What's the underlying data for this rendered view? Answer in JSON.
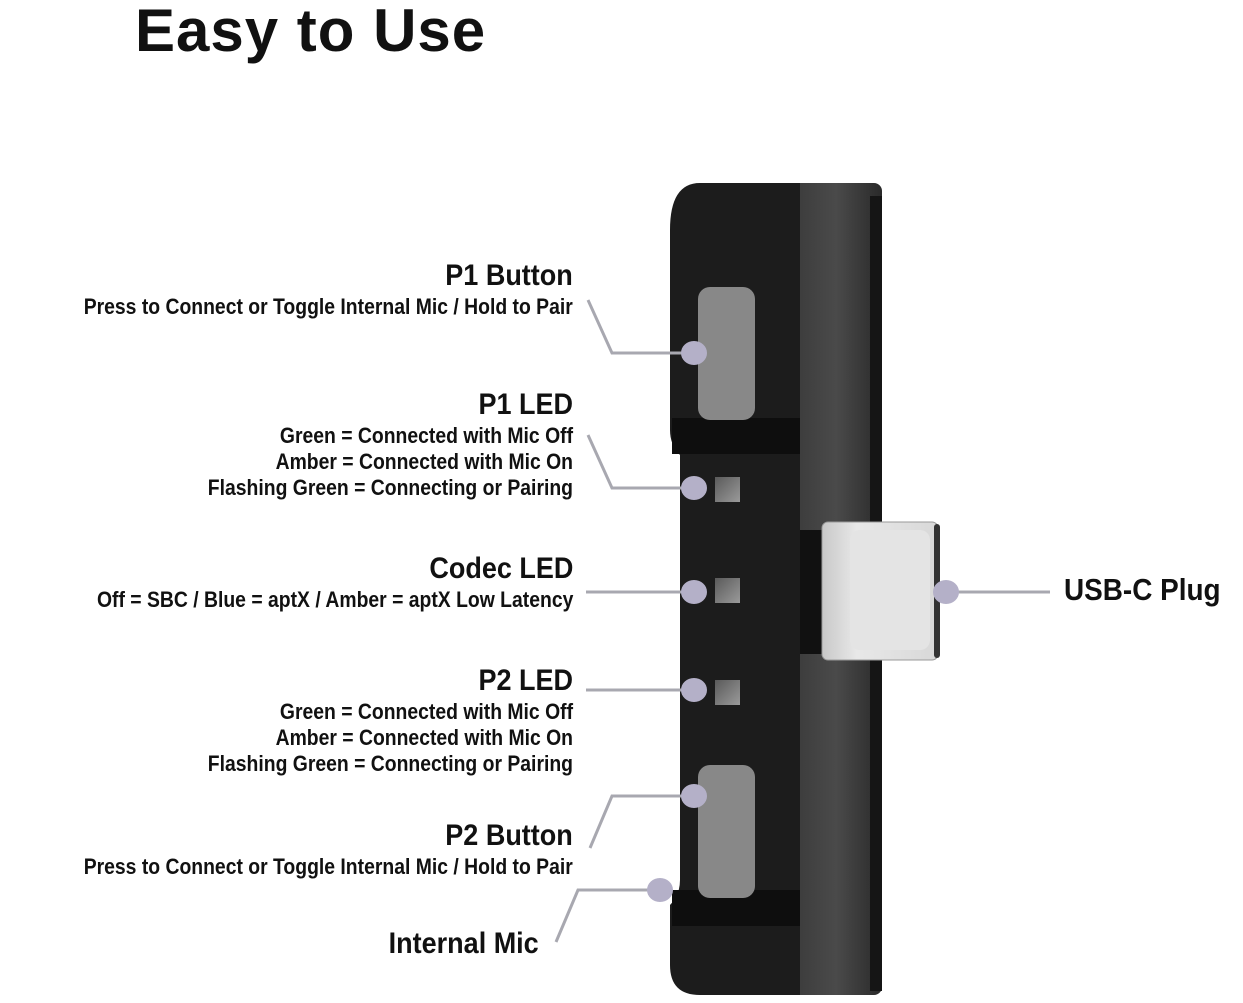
{
  "title": "Easy to Use",
  "callouts": {
    "p1_button": {
      "label": "P1 Button",
      "desc": [
        "Press to Connect or Toggle Internal Mic / Hold to Pair"
      ]
    },
    "p1_led": {
      "label": "P1 LED",
      "desc": [
        "Green = Connected with Mic Off",
        "Amber = Connected with Mic On",
        "Flashing Green = Connecting or Pairing"
      ]
    },
    "codec_led": {
      "label": "Codec LED",
      "desc": [
        "Off = SBC / Blue = aptX / Amber = aptX Low Latency"
      ]
    },
    "p2_led": {
      "label": "P2 LED",
      "desc": [
        "Green = Connected with Mic Off",
        "Amber = Connected with Mic On",
        "Flashing Green = Connecting or Pairing"
      ]
    },
    "p2_button": {
      "label": "P2 Button",
      "desc": [
        "Press to Connect or Toggle Internal Mic / Hold to Pair"
      ]
    },
    "internal_mic": {
      "label": "Internal Mic"
    },
    "usb_c": {
      "label": "USB-C Plug"
    }
  },
  "colors": {
    "dot": "#b4b0c8",
    "line": "#a8a8b0",
    "body": "#1a1a1a"
  }
}
